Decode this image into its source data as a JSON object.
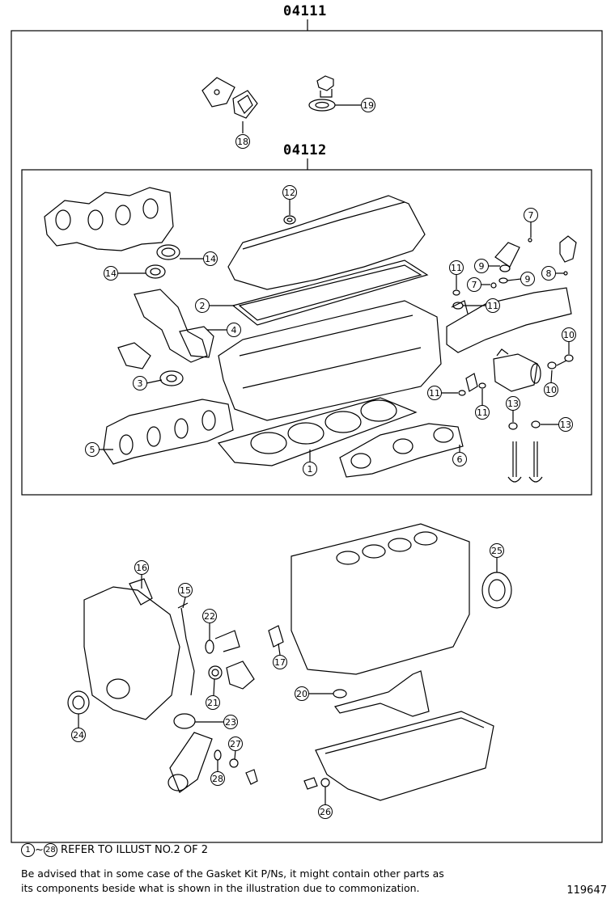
{
  "groups": {
    "outer_code": "04111",
    "inner_code": "04112"
  },
  "callouts": {
    "upper": [
      "18",
      "19"
    ],
    "inner": [
      "12",
      "7",
      "14",
      "14",
      "11",
      "9",
      "8",
      "7",
      "9",
      "2",
      "11",
      "4",
      "10",
      "3",
      "11",
      "11",
      "10",
      "13",
      "13",
      "5",
      "1",
      "6"
    ],
    "lower": [
      "16",
      "15",
      "22",
      "25",
      "17",
      "21",
      "20",
      "24",
      "23",
      "27",
      "28",
      "26"
    ]
  },
  "footer": {
    "refer_start": "1",
    "refer_tilde": "~",
    "refer_end": "28",
    "refer_text": "REFER TO ILLUST NO.2 OF 2",
    "advice_line1": "Be advised that in some case of the Gasket Kit P/Ns,  it might contain other parts as",
    "advice_line2": "its components beside what is shown in the illustration due to commonization.",
    "illustration_id": "119647"
  }
}
